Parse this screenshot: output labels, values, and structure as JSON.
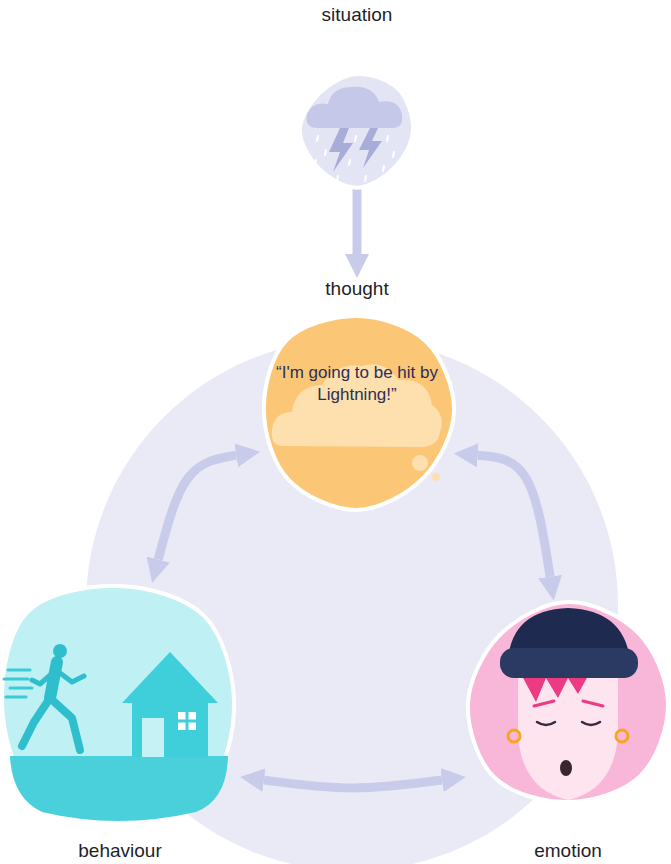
{
  "diagram": {
    "nodes": [
      {
        "text": [
          "situation"
        ]
      },
      {
        "text": [
          "thought",
          "“I'm going to be hit by Lightning!”"
        ]
      },
      {
        "text": [
          "behaviour"
        ]
      },
      {
        "text": [
          "emotion"
        ]
      }
    ],
    "edges": [
      {
        "from": 0,
        "to": 1,
        "arrow": "to"
      },
      {
        "from": 1,
        "to": 2,
        "arrow": "both"
      },
      {
        "from": 1,
        "to": 3,
        "arrow": "both"
      },
      {
        "from": 2,
        "to": 3,
        "arrow": "both"
      }
    ]
  }
}
